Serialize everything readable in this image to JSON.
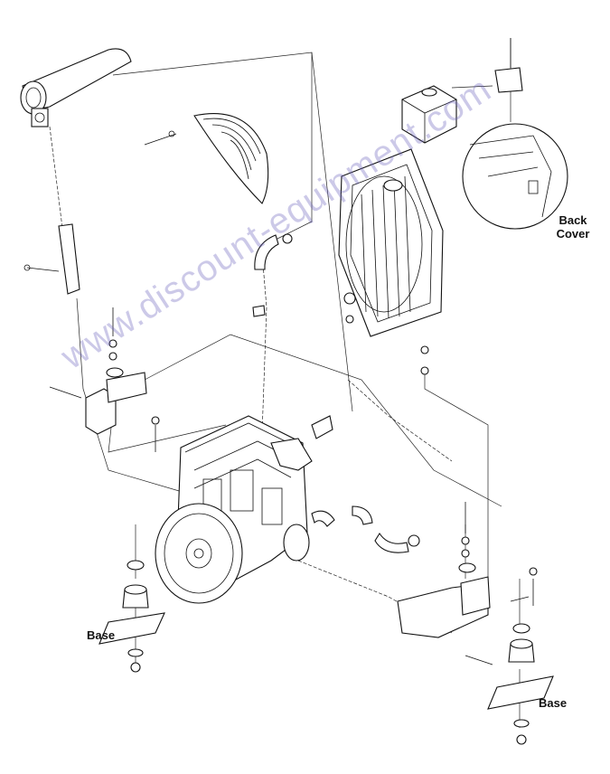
{
  "labels": {
    "back_cover": "Back Cover",
    "base_left": "Base",
    "base_right": "Base"
  },
  "watermark": "www.discount-equipment.com",
  "colors": {
    "watermark": "#6e64be",
    "line": "#111111"
  }
}
